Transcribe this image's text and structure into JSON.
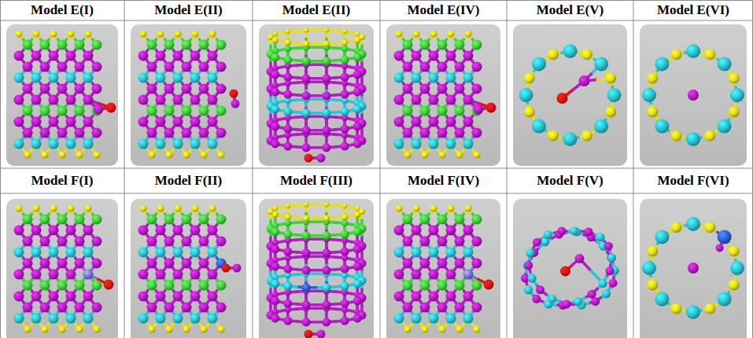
{
  "diagram": {
    "labels": [
      "Model E(I)",
      "Model E(II)",
      "Model E(II)",
      "Model E(IV)",
      "Model E(V)",
      "Model E(VI)",
      "Model F(I)",
      "Model F(II)",
      "Model F(III)",
      "Model F(IV)",
      "Model F(V)",
      "Model F(VI)"
    ]
  }
}
